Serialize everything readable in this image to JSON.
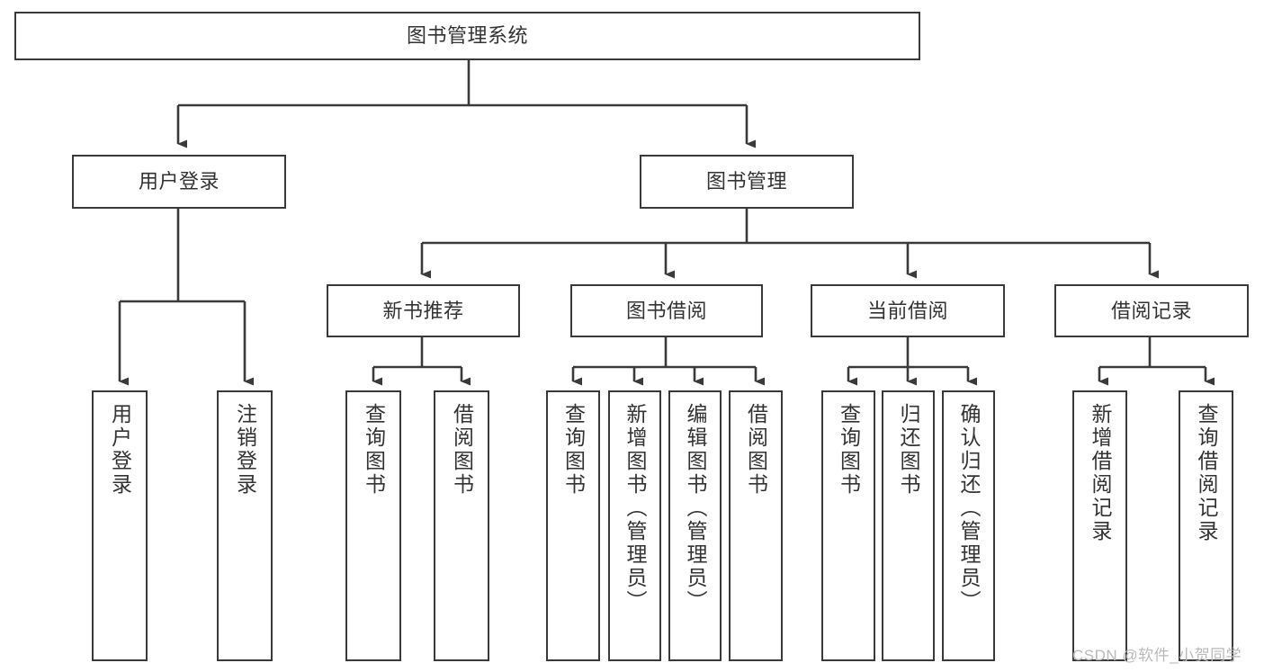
{
  "diagram": {
    "title": "图书管理系统",
    "type": "hierarchy-tree",
    "watermark": "CSDN @软件_小贺同学",
    "colors": {
      "node_border": "#3a3a3a",
      "node_fill": "#ffffff",
      "edge": "#3a3a3a",
      "text": "#333333",
      "watermark": "#b9b9b9"
    },
    "nodes": {
      "root": {
        "label": "图书管理系统"
      },
      "level1": [
        {
          "id": "user-login",
          "label": "用户登录"
        },
        {
          "id": "book-manage",
          "label": "图书管理"
        }
      ],
      "level2": [
        {
          "id": "new-book-recommend",
          "label": "新书推荐"
        },
        {
          "id": "book-borrow",
          "label": "图书借阅"
        },
        {
          "id": "current-borrow",
          "label": "当前借阅"
        },
        {
          "id": "borrow-record",
          "label": "借阅记录"
        }
      ],
      "leaves": {
        "user-login": [
          {
            "id": "leaf-user-login",
            "label": "用户登录"
          },
          {
            "id": "leaf-logout",
            "label": "注销登录"
          }
        ],
        "new-book-recommend": [
          {
            "id": "leaf-query-book-1",
            "label": "查询图书"
          },
          {
            "id": "leaf-borrow-book-1",
            "label": "借阅图书"
          }
        ],
        "book-borrow": [
          {
            "id": "leaf-query-book-2",
            "label": "查询图书"
          },
          {
            "id": "leaf-add-book",
            "label": "新增图书（管理员）"
          },
          {
            "id": "leaf-edit-book",
            "label": "编辑图书（管理员）"
          },
          {
            "id": "leaf-borrow-book-2",
            "label": "借阅图书"
          }
        ],
        "current-borrow": [
          {
            "id": "leaf-query-book-3",
            "label": "查询图书"
          },
          {
            "id": "leaf-return-book",
            "label": "归还图书"
          },
          {
            "id": "leaf-confirm-return",
            "label": "确认归还（管理员）"
          }
        ],
        "borrow-record": [
          {
            "id": "leaf-add-record",
            "label": "新增借阅记录"
          },
          {
            "id": "leaf-query-record",
            "label": "查询借阅记录"
          }
        ]
      }
    }
  }
}
